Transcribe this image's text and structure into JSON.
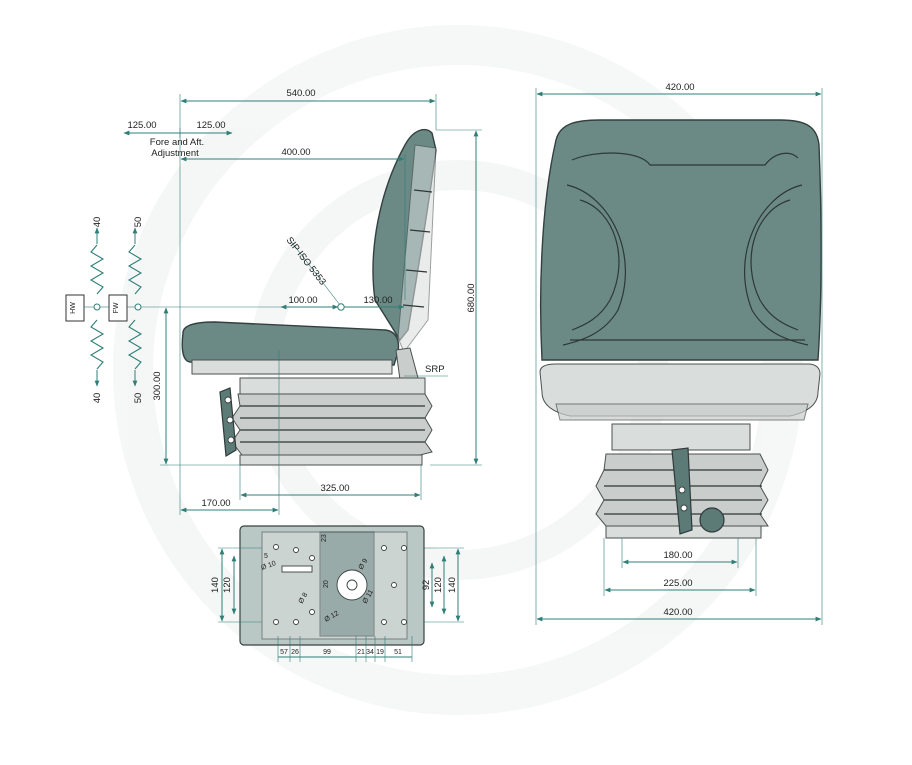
{
  "side_view": {
    "overall_depth": "540.00",
    "fore_aft_left": "125.00",
    "fore_aft_right": "125.00",
    "fore_aft_caption_1": "Fore and Aft.",
    "fore_aft_caption_2": "Adjustment",
    "cushion_depth": "400.00",
    "sip_label": "SIP ISO 5353",
    "sip_offset": "100.00",
    "back_offset": "130.00",
    "overall_height": "680.00",
    "seat_height": "300.00",
    "srp_label": "SRP",
    "base_offset": "170.00",
    "base_depth": "325.00"
  },
  "springs": {
    "left_top": "40",
    "left_bottom": "40",
    "right_top": "50",
    "right_bottom": "50",
    "left_box": "HW",
    "right_box": "FW"
  },
  "front_view": {
    "overall_width": "420.00",
    "base_inner": "180.00",
    "base_mid": "225.00",
    "base_width": "420.00"
  },
  "base_plate": {
    "left_outer": "140",
    "left_inner": "120",
    "right_inner": "92",
    "right_mid": "120",
    "right_outer": "140",
    "label_5": "5",
    "label_d10": "Ø 10",
    "label_23": "23",
    "label_20": "20",
    "label_d9": "Ø 9",
    "label_d8": "Ø 8",
    "label_d12": "Ø 12",
    "label_d11": "Ø 11",
    "bottom_dims": [
      "57",
      "26",
      "99",
      "21",
      "34",
      "19",
      "51"
    ]
  }
}
